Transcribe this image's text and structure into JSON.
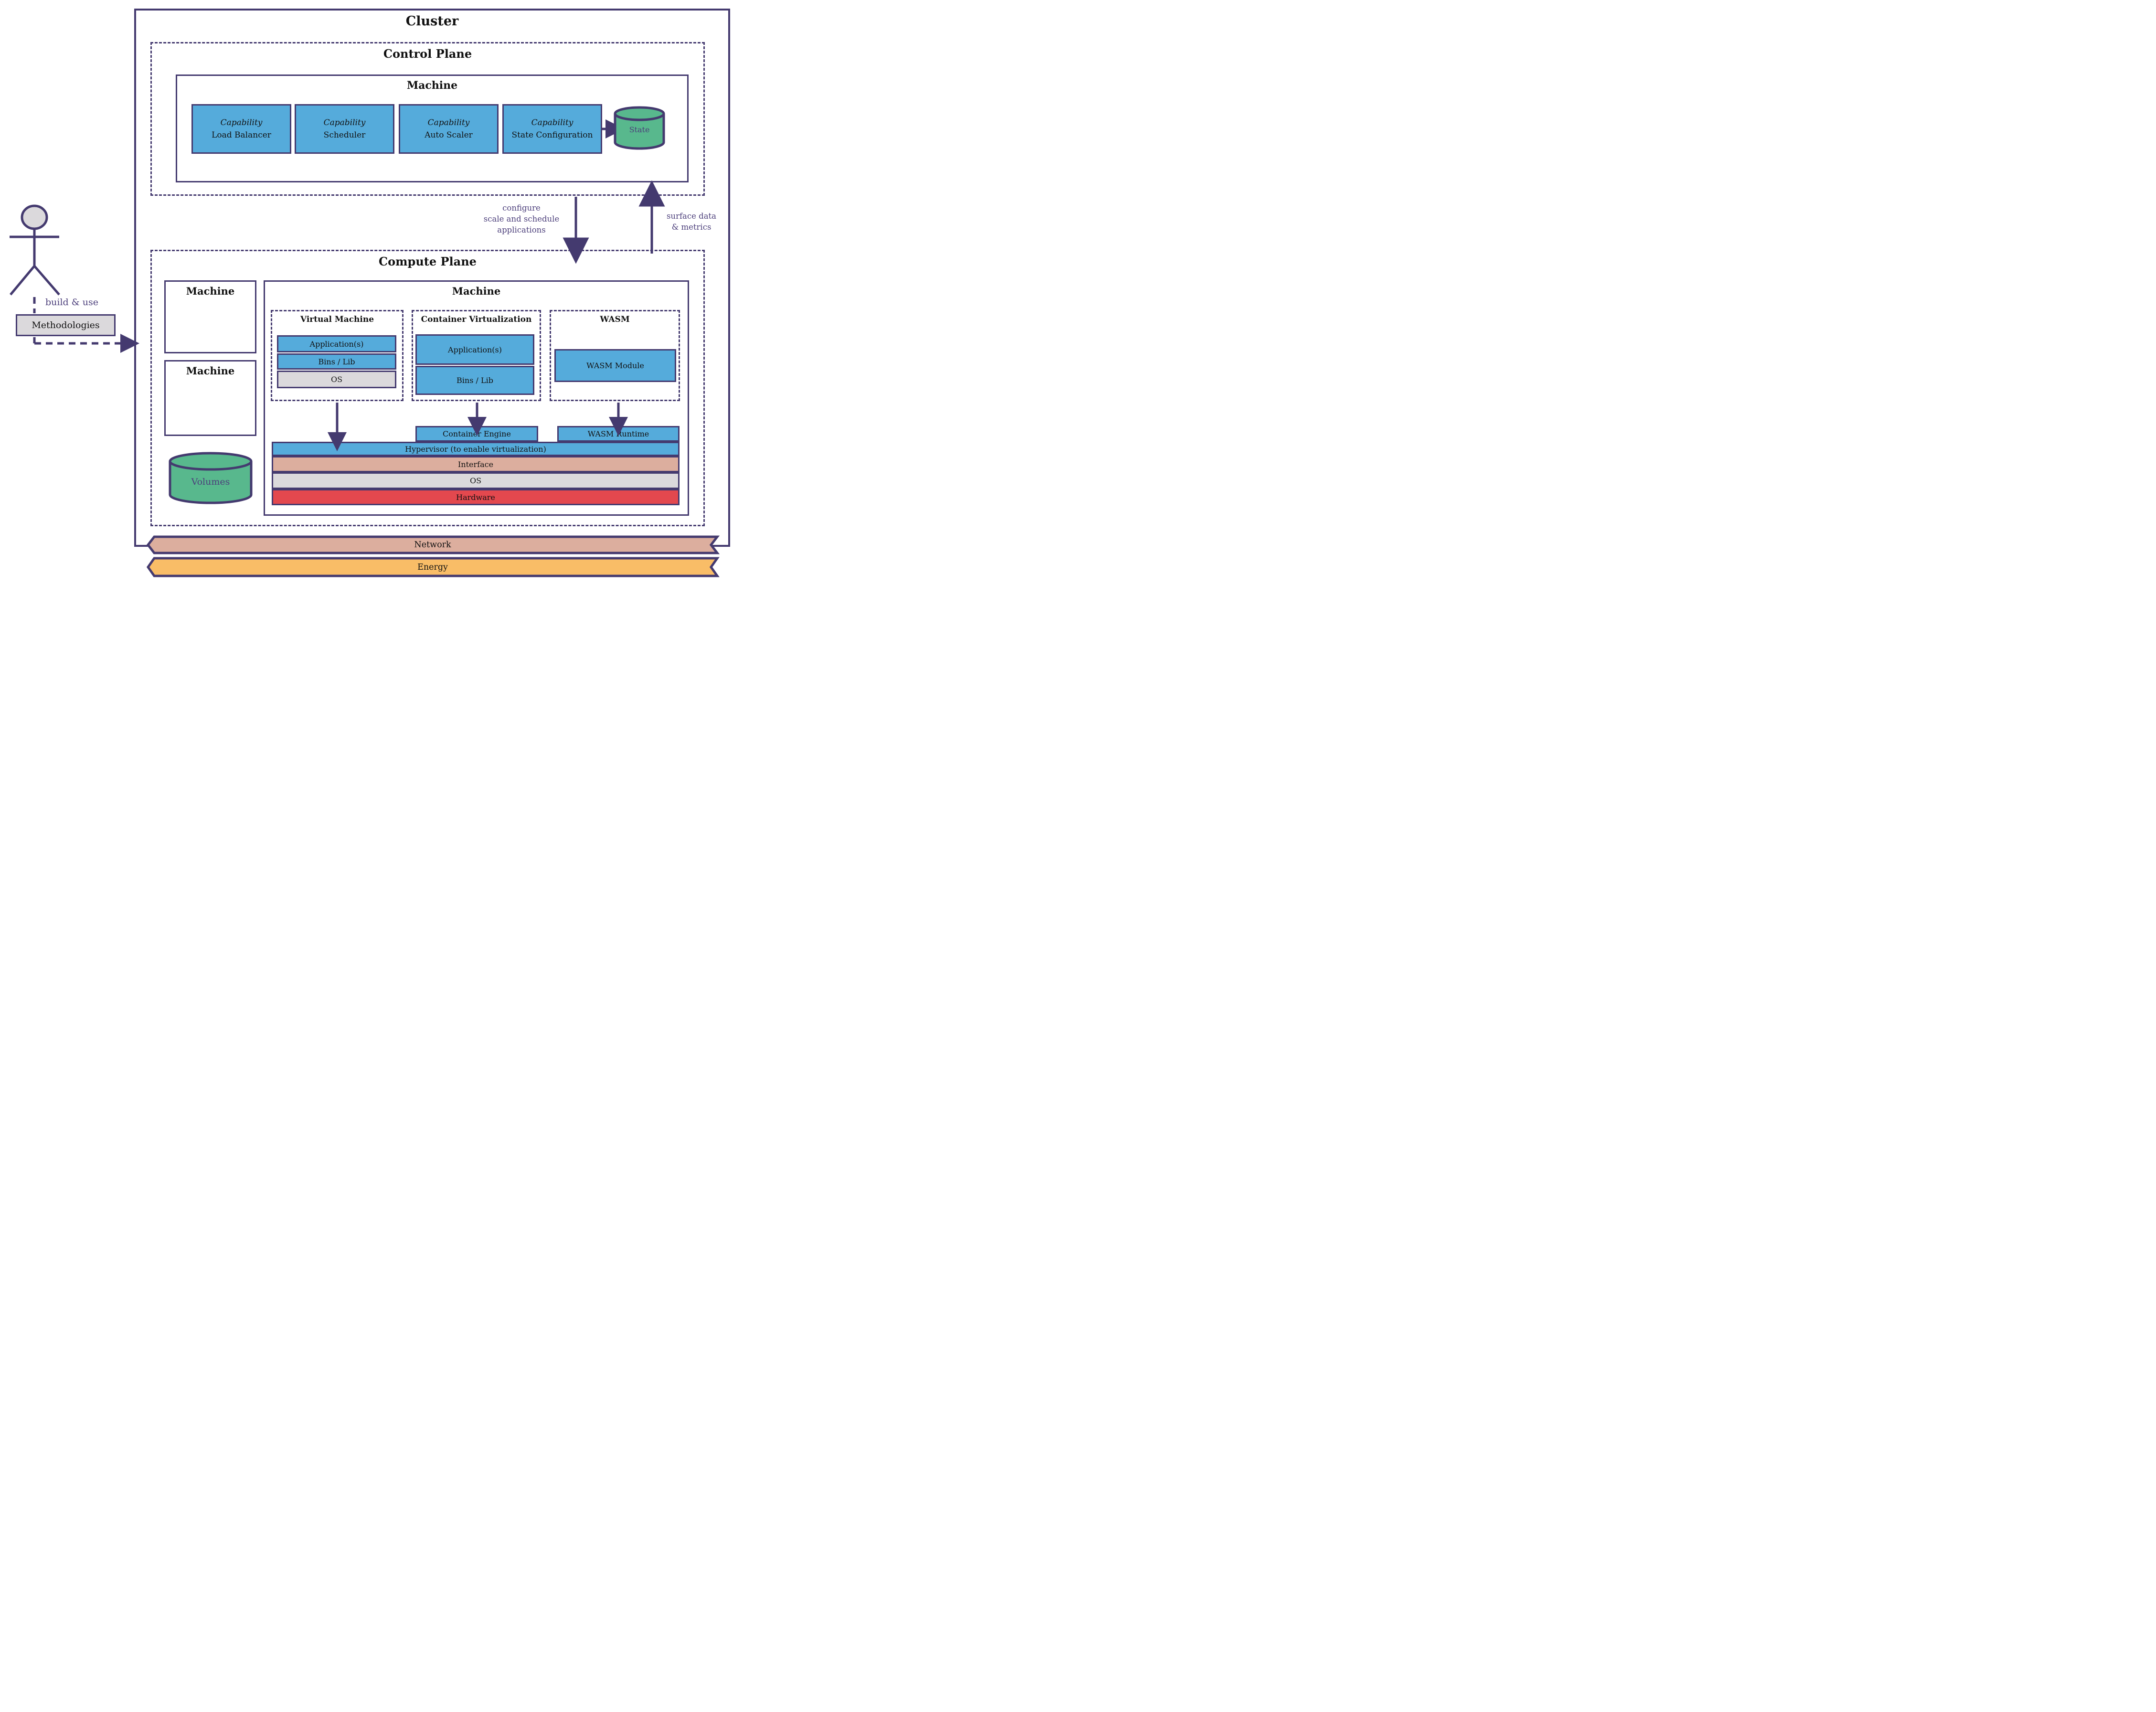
{
  "cluster": {
    "label": "Cluster"
  },
  "control_plane": {
    "label": "Control Plane",
    "machine": {
      "label": "Machine"
    },
    "capabilities": [
      {
        "type": "Capability",
        "name": "Load Balancer"
      },
      {
        "type": "Capability",
        "name": "Scheduler"
      },
      {
        "type": "Capability",
        "name": "Auto Scaler"
      },
      {
        "type": "Capability",
        "name": "State Configuration"
      }
    ],
    "state_store": {
      "label": "State"
    }
  },
  "flows": {
    "configure": {
      "lines": [
        "configure",
        "scale and schedule",
        "applications"
      ]
    },
    "surface": {
      "lines": [
        "surface data",
        "& metrics"
      ]
    }
  },
  "compute_plane": {
    "label": "Compute Plane",
    "machines": [
      {
        "label": "Machine"
      },
      {
        "label": "Machine"
      }
    ],
    "volumes": {
      "label": "Volumes"
    },
    "main_machine": {
      "label": "Machine",
      "virtual_machine": {
        "label": "Virtual Machine",
        "layers": [
          "Application(s)",
          "Bins / Lib",
          "OS"
        ]
      },
      "container_virtualization": {
        "label": "Container Virtualization",
        "layers": [
          "Application(s)",
          "Bins / Lib"
        ]
      },
      "wasm": {
        "label": "WASM",
        "module": "WASM Module"
      },
      "container_engine": {
        "label": "Container Engine"
      },
      "wasm_runtime": {
        "label": "WASM Runtime"
      },
      "stack": [
        "Hypervisor (to enable virtualization)",
        "Interface",
        "OS",
        "Hardware"
      ]
    }
  },
  "actor": {
    "build_use": "build & use",
    "methodologies": "Methodologies"
  },
  "banners": {
    "network": "Network",
    "energy": "Energy"
  },
  "colors": {
    "outline": "#443a6f",
    "blue": "#55abdb",
    "green": "#58b88d",
    "gray": "#dbd9dc",
    "tan": "#dcae9e",
    "red": "#e3484e",
    "orange": "#f9bd67",
    "purple_text": "#4c3f7b"
  }
}
